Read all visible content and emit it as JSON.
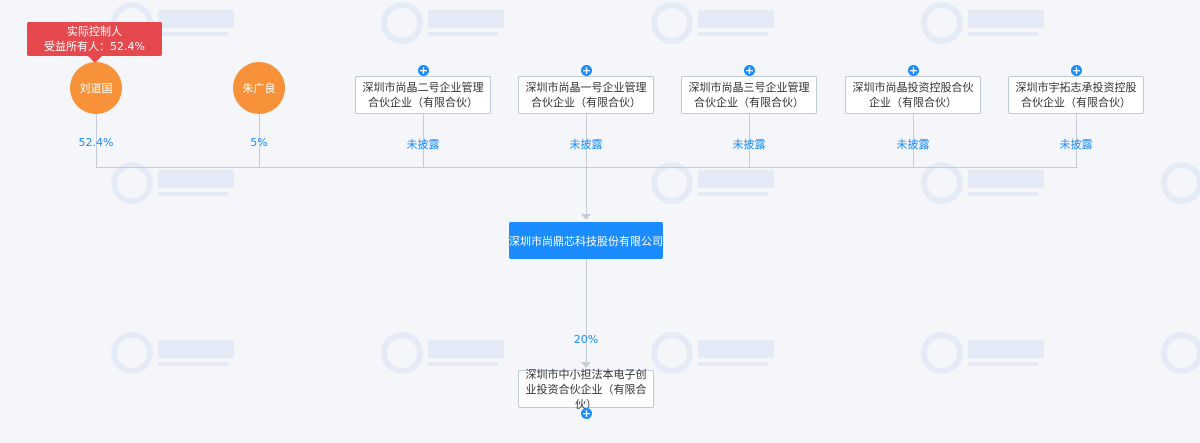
{
  "controller_badge": {
    "title": "实际控制人",
    "ownership": "受益所有人：52.4%"
  },
  "shareholders": [
    {
      "type": "person",
      "name": "刘道国",
      "share": "52.4%"
    },
    {
      "type": "person",
      "name": "朱广良",
      "share": "5%"
    },
    {
      "type": "entity",
      "name": "深圳市尚晶二号企业管理合伙企业（有限合伙）",
      "share": "未披露"
    },
    {
      "type": "entity",
      "name": "深圳市尚晶一号企业管理合伙企业（有限合伙）",
      "share": "未披露"
    },
    {
      "type": "entity",
      "name": "深圳市尚晶三号企业管理合伙企业（有限合伙）",
      "share": "未披露"
    },
    {
      "type": "entity",
      "name": "深圳市尚晶投资控股合伙企业（有限合伙）",
      "share": "未披露"
    },
    {
      "type": "entity",
      "name": "深圳市宇拓志承投资控股合伙企业（有限合伙）",
      "share": "未披露"
    }
  ],
  "company": {
    "name": "深圳市尚鼎芯科技股份有限公司"
  },
  "investments": [
    {
      "name": "深圳市中小担法本电子创业投资合伙企业（有限合伙）",
      "share": "20%"
    }
  ],
  "colors": {
    "accent": "#1a8cff",
    "person": "#f7923a",
    "badge": "#e5484d"
  }
}
